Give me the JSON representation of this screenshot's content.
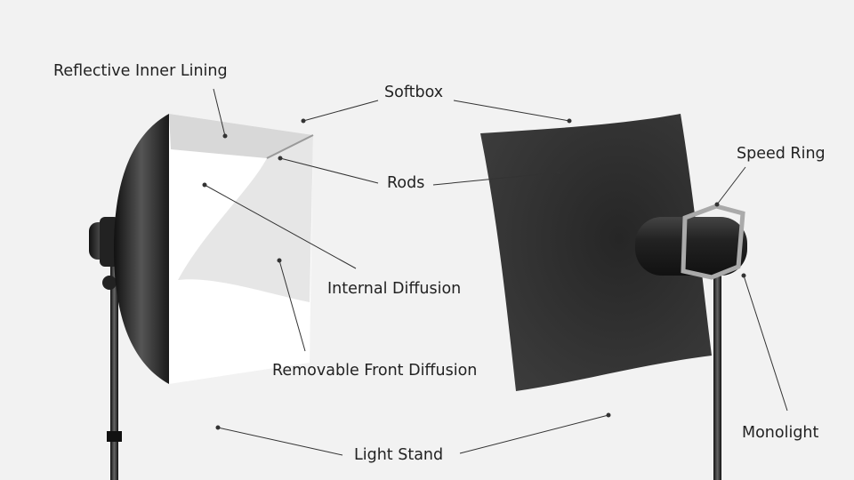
{
  "labels": {
    "reflective_inner_lining": "Reflective Inner Lining",
    "softbox": "Softbox",
    "rods": "Rods",
    "speed_ring": "Speed Ring",
    "internal_diffusion": "Internal Diffusion",
    "removable_front_diffusion": "Removable Front Diffusion",
    "light_stand": "Light Stand",
    "monolight": "Monolight"
  },
  "colors": {
    "background": "#f2f2f2",
    "equipment": "#2a2a2a",
    "leader": "#333333"
  }
}
